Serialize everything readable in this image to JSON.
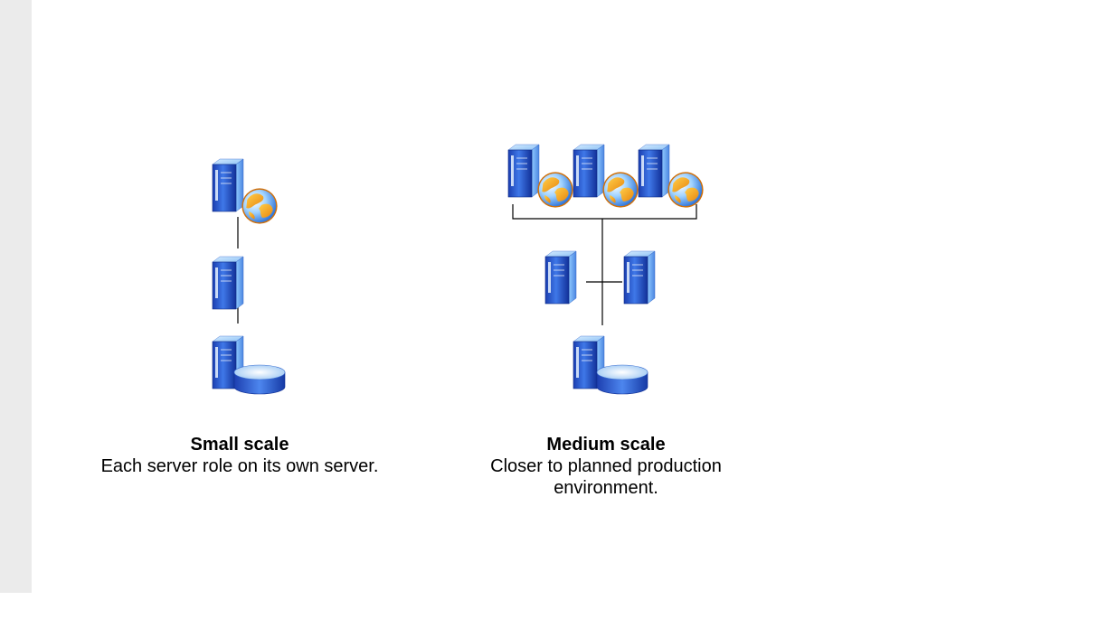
{
  "diagram": {
    "small": {
      "title": "Small scale",
      "description": "Each server role on its own server.",
      "nodes": [
        "web-server-icon",
        "application-server-icon",
        "database-server-icon"
      ]
    },
    "medium": {
      "title": "Medium scale",
      "description": "Closer to planned production environment.",
      "nodes": [
        "web-server-icon",
        "web-server-icon",
        "web-server-icon",
        "application-server-icon",
        "application-server-icon",
        "database-server-icon"
      ]
    }
  }
}
